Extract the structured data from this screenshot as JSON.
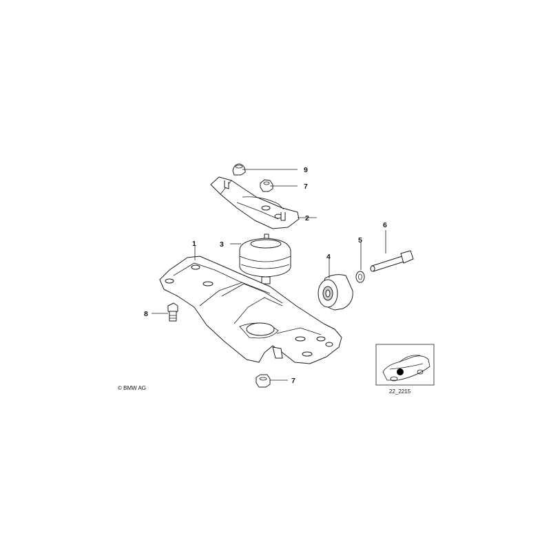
{
  "diagram": {
    "copyright": "© BMW AG",
    "reference_code": "22_2215",
    "callouts": [
      "1",
      "2",
      "3",
      "4",
      "5",
      "6",
      "7",
      "7",
      "8",
      "9"
    ]
  }
}
